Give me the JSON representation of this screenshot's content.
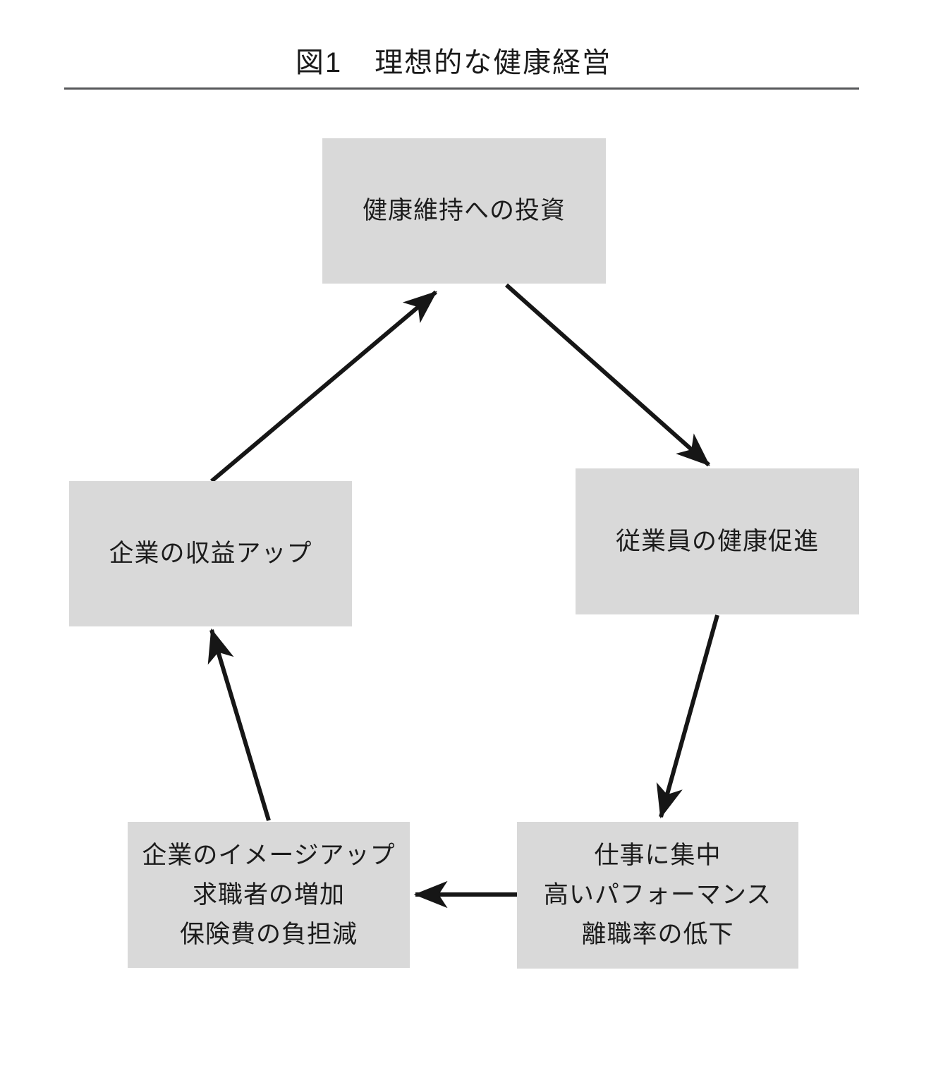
{
  "figure": {
    "label": "図1",
    "title": "理想的な健康経営"
  },
  "nodes": {
    "investment": {
      "label": "健康維持への投資"
    },
    "promotion": {
      "label": "従業員の健康促進"
    },
    "performance": {
      "lines": [
        "仕事に集中",
        "高いパフォーマンス",
        "離職率の低下"
      ]
    },
    "image": {
      "lines": [
        "企業のイメージアップ",
        "求職者の増加",
        "保険費の負担減"
      ]
    },
    "profit": {
      "label": "企業の収益アップ"
    }
  },
  "edges": [
    {
      "from": "健康維持への投資",
      "to": "従業員の健康促進"
    },
    {
      "from": "従業員の健康促進",
      "to": "仕事に集中・高いパフォーマンス・離職率の低下"
    },
    {
      "from": "仕事に集中・高いパフォーマンス・離職率の低下",
      "to": "企業のイメージアップ・求職者の増加・保険費の負担減"
    },
    {
      "from": "企業のイメージアップ・求職者の増加・保険費の負担減",
      "to": "企業の収益アップ"
    },
    {
      "from": "企業の収益アップ",
      "to": "健康維持への投資"
    }
  ],
  "colors": {
    "box_fill": "#d9d9d9",
    "text": "#1c1c1c",
    "arrow": "#161616",
    "rule": "#57585a",
    "background": "#ffffff"
  }
}
